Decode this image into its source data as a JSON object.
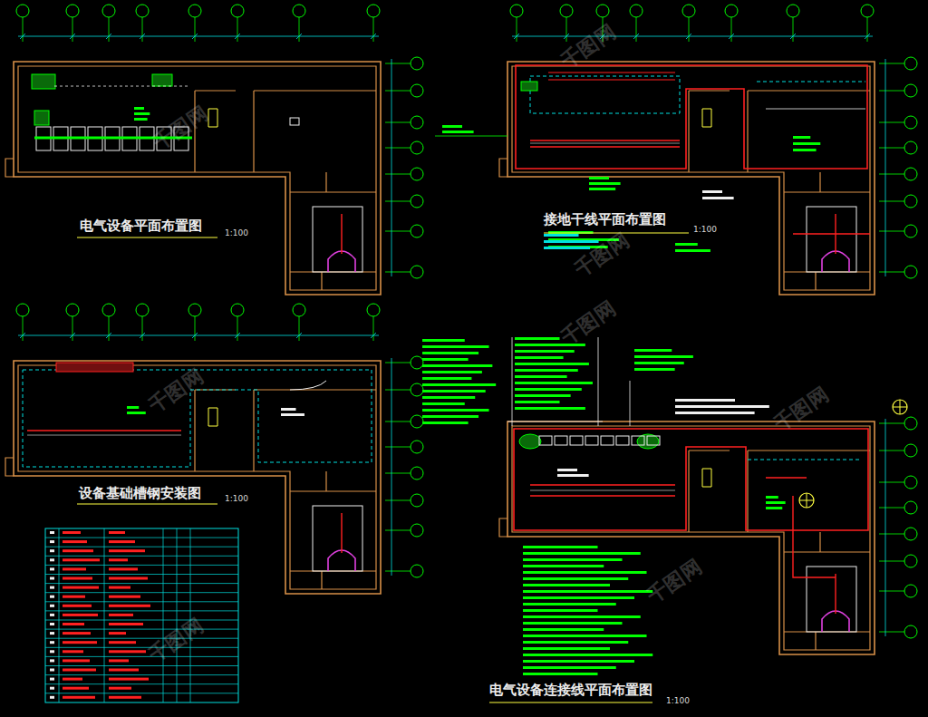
{
  "diagram": {
    "labels": [
      "电气设备平面布置图",
      "接地干线平面布置图",
      "设备基础槽钢安装图",
      "电气设备连接线平面布置图",
      "1:100",
      "1:100",
      "1:100",
      "1:100",
      "千图网",
      "千图网",
      "千图网",
      "千图网",
      "千图网",
      "千图网",
      "千图网",
      "千图网"
    ]
  }
}
